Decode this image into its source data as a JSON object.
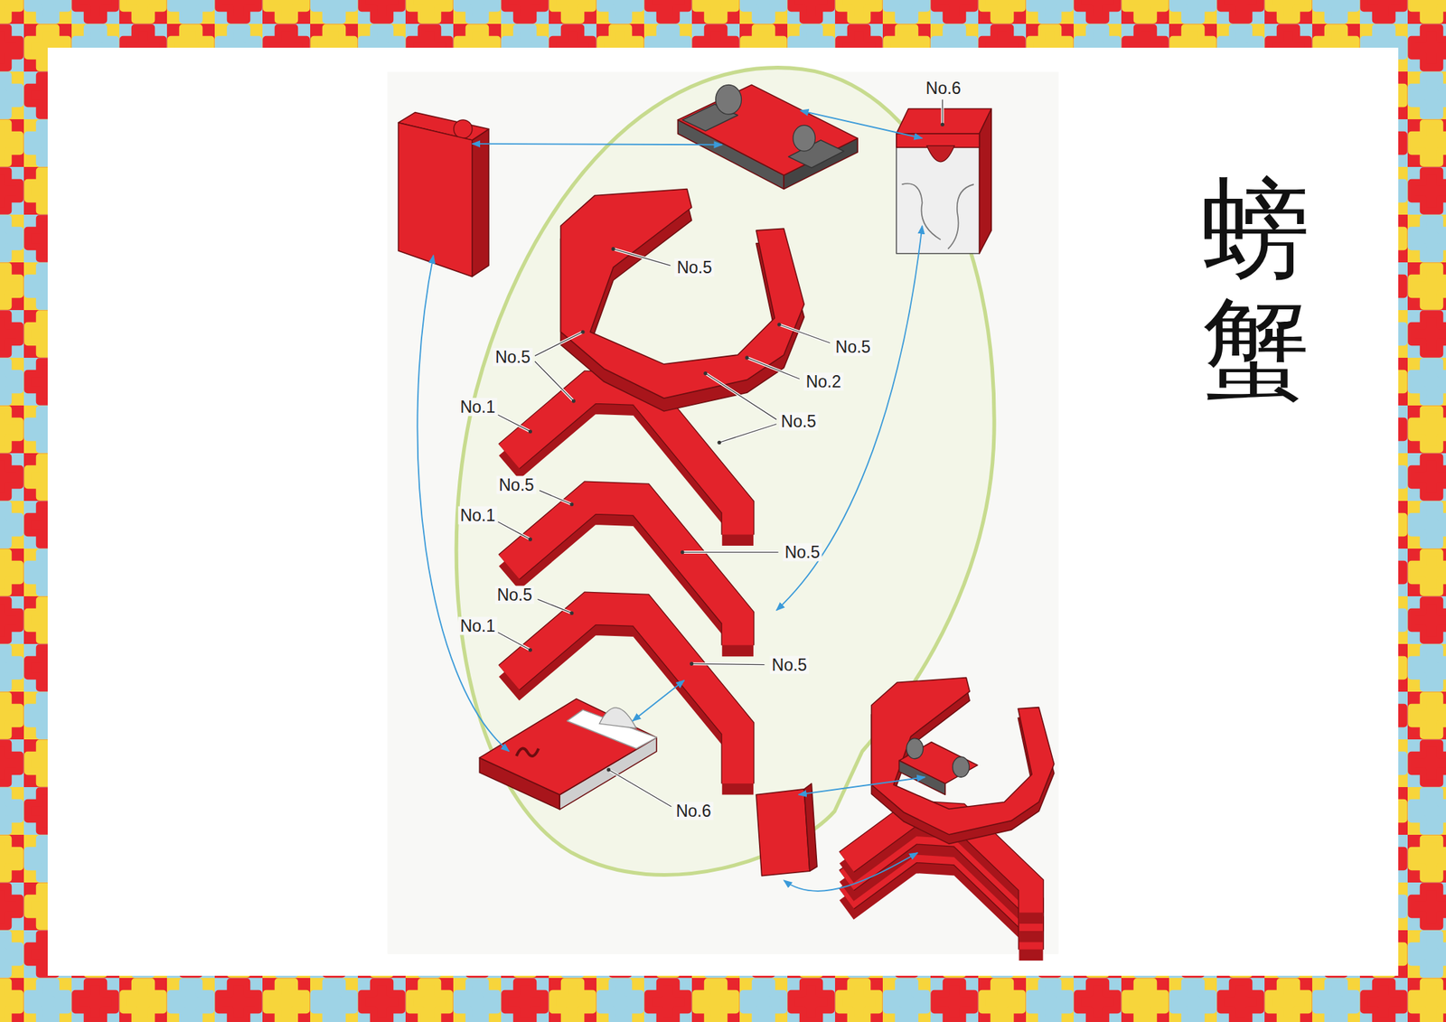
{
  "diagram": {
    "title": "螃蟹",
    "labels": [
      "No.6",
      "No.5",
      "No.5",
      "No.5",
      "No.2",
      "No.1",
      "No.5",
      "No.5",
      "No.1",
      "No.5",
      "No.5",
      "No.1",
      "No.5",
      "No.6"
    ]
  }
}
